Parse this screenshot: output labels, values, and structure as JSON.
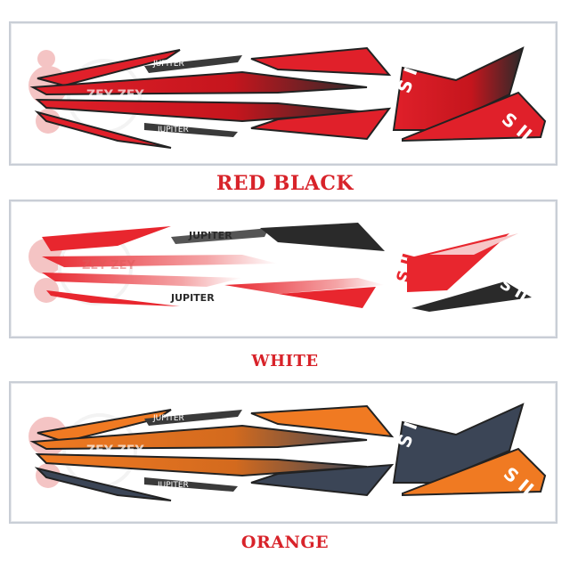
{
  "variants": [
    {
      "label": "RED BLACK",
      "accent": "#e0202a",
      "dark": "#1e1e1e",
      "label_color": "#d8232a"
    },
    {
      "label": "WHITE",
      "accent": "#e8262e",
      "dark": "#2a2a2a",
      "label_color": "#d8232a"
    },
    {
      "label": "ORANGE",
      "accent": "#f07a22",
      "dark": "#3b4556",
      "label_color": "#d8232a"
    }
  ],
  "decal_text": {
    "model": "JUPITER",
    "badge": "S II",
    "watermark": "ZEY ZEY"
  },
  "icons": [
    "mascot-ant-watermark"
  ]
}
